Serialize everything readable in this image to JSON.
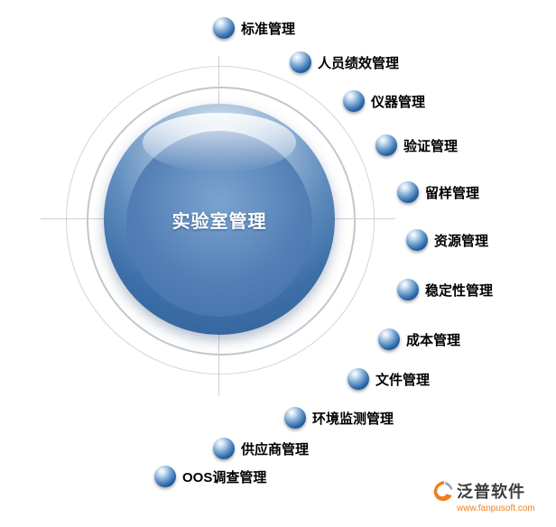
{
  "center": {
    "label": "实验室管理"
  },
  "items": [
    {
      "label": "标准管理"
    },
    {
      "label": "人员绩效管理"
    },
    {
      "label": "仪器管理"
    },
    {
      "label": "验证管理"
    },
    {
      "label": "留样管理"
    },
    {
      "label": "资源管理"
    },
    {
      "label": "稳定性管理"
    },
    {
      "label": "成本管理"
    },
    {
      "label": "文件管理"
    },
    {
      "label": "环境监测管理"
    },
    {
      "label": "供应商管理"
    },
    {
      "label": "OOS调查管理"
    }
  ],
  "logo": {
    "name": "泛普软件",
    "url_text": "www.fanpusoft.com"
  },
  "colors": {
    "sphere_blue": "#3d6fa8",
    "sphere_dark": "#0b3a6d",
    "ring_gray": "#c0c7cf",
    "accent_orange": "#f07f1e",
    "label_black": "#000000"
  }
}
